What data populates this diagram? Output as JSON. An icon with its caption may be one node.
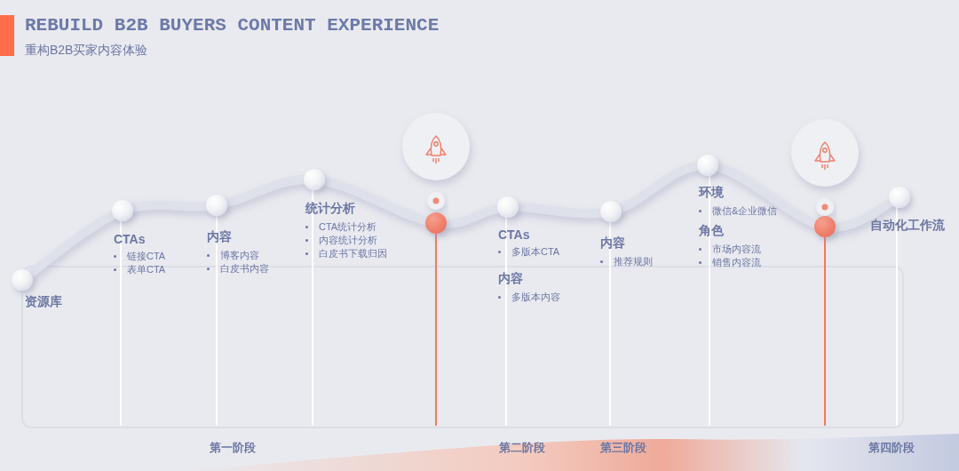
{
  "diagram": {
    "title": "REBUILD B2B BUYERS CONTENT EXPERIENCE",
    "nodes": [
      {
        "text": [
          "资源库"
        ]
      },
      {
        "text": [
          "CTAs",
          "链接CTA",
          "表单CTA"
        ]
      },
      {
        "text": [
          "内容",
          "博客内容",
          "白皮书内容"
        ]
      },
      {
        "text": [
          "统计分析",
          "CTA统计分析",
          "内容统计分析",
          "白皮书下载归因"
        ]
      },
      {
        "text": [],
        "shape": "circle"
      },
      {
        "text": [
          "CTAs",
          "多版本CTA",
          "内容",
          "多版本内容"
        ]
      },
      {
        "text": [
          "内容",
          "推荐规则"
        ]
      },
      {
        "text": [
          "环境",
          "微信&企业微信",
          "角色",
          "市场内容流",
          "销售内容流"
        ]
      },
      {
        "text": [],
        "shape": "circle"
      },
      {
        "text": [
          "自动化工作流"
        ]
      }
    ],
    "labels": [
      "重构B2B买家内容体验",
      "第一阶段",
      "第二阶段",
      "第三阶段",
      "第四阶段"
    ]
  }
}
